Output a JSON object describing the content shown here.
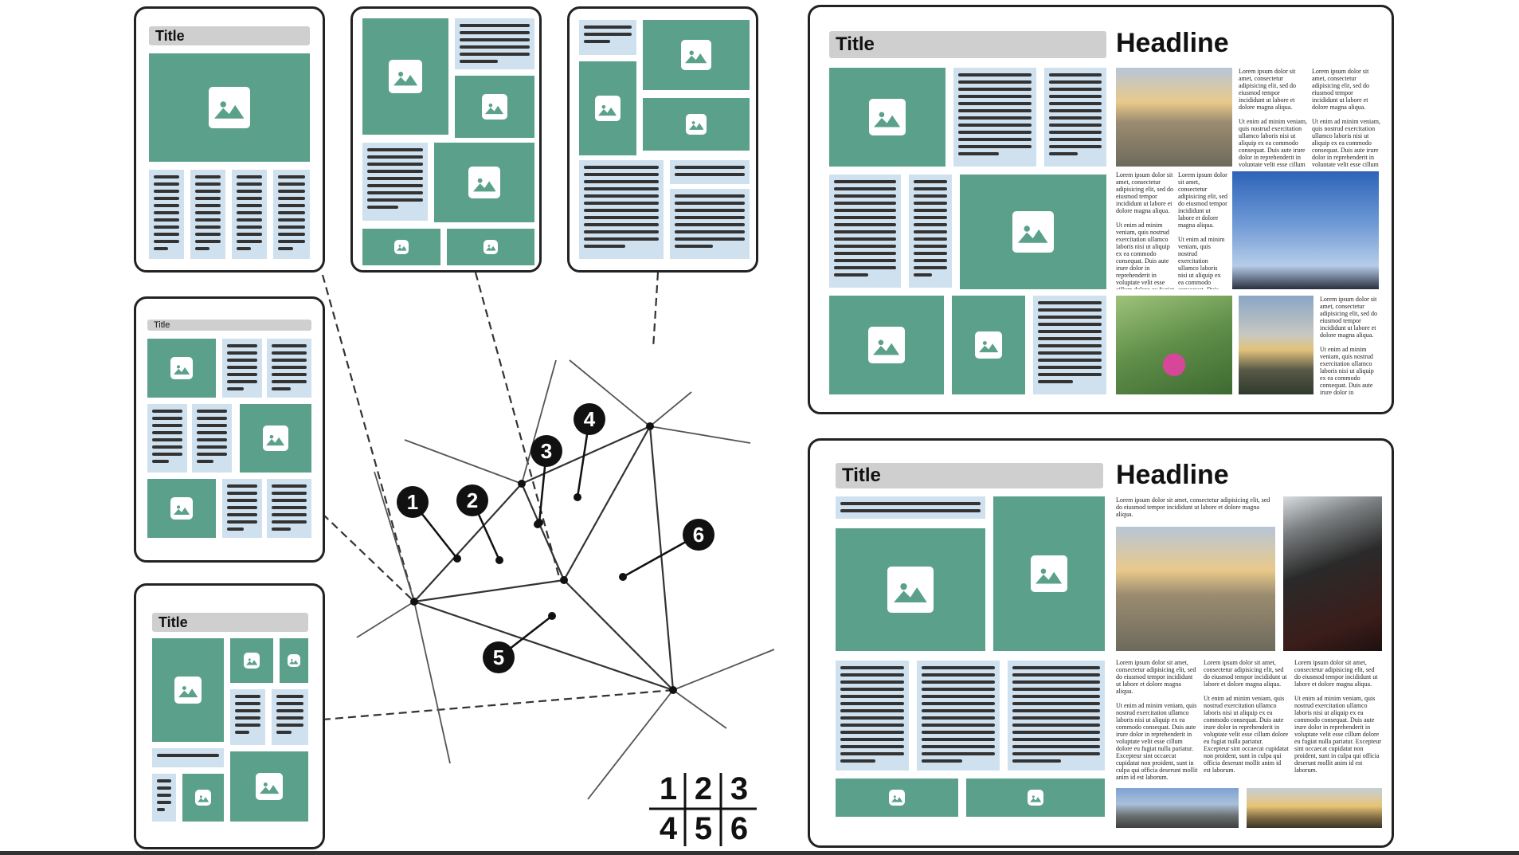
{
  "layouts": {
    "title": "Title",
    "headline": "Headline"
  },
  "lorem": {
    "p1": "Lorem ipsum dolor sit amet, consectetur adipisicing elit, sed do eiusmod tempor incididunt ut labore et dolore magna aliqua.",
    "p2": "Ut enim ad minim veniam, quis nostrud exercitation ullamco laboris nisi ut aliquip ex ea commodo consequat. Duis aute irure dolor in reprehenderit in voluptate velit esse cillum dolore eu fugiat nulla pariatur. Excepteur sint occaecat cupidatat non proident, sunt in culpa qui officia deserunt mollit anim id est laborum."
  },
  "regions": [
    "1",
    "2",
    "3",
    "4",
    "5",
    "6"
  ],
  "grid_key": [
    "1",
    "2",
    "3",
    "4",
    "5",
    "6"
  ],
  "colors": {
    "block": "#5aa08a",
    "text_block": "#cfe0ee",
    "title_bar": "#cfcfcf",
    "line": "#222222"
  },
  "icons": [
    "image-icon"
  ]
}
